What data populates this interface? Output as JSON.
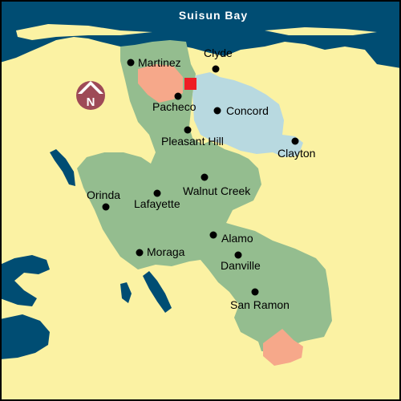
{
  "map": {
    "water_label": "Suisun Bay",
    "north_label": "N",
    "colors": {
      "land": "#fbf2a3",
      "water": "#004d73",
      "region_main": "#94bd8f",
      "region_concord": "#b8d9e0",
      "region_pink": "#f6a88a",
      "marker_red": "#ee1c24",
      "compass": "#9e4a57",
      "border": "#000000"
    },
    "cities": [
      {
        "key": "martinez",
        "name": "Martinez"
      },
      {
        "key": "clyde",
        "name": "Clyde"
      },
      {
        "key": "pacheco",
        "name": "Pacheco"
      },
      {
        "key": "concord",
        "name": "Concord"
      },
      {
        "key": "pleasant_hill",
        "name": "Pleasant Hill"
      },
      {
        "key": "clayton",
        "name": "Clayton"
      },
      {
        "key": "walnut_creek",
        "name": "Walnut Creek"
      },
      {
        "key": "orinda",
        "name": "Orinda"
      },
      {
        "key": "lafayette",
        "name": "Lafayette"
      },
      {
        "key": "alamo",
        "name": "Alamo"
      },
      {
        "key": "moraga",
        "name": "Moraga"
      },
      {
        "key": "danville",
        "name": "Danville"
      },
      {
        "key": "san_ramon",
        "name": "San Ramon"
      }
    ]
  }
}
